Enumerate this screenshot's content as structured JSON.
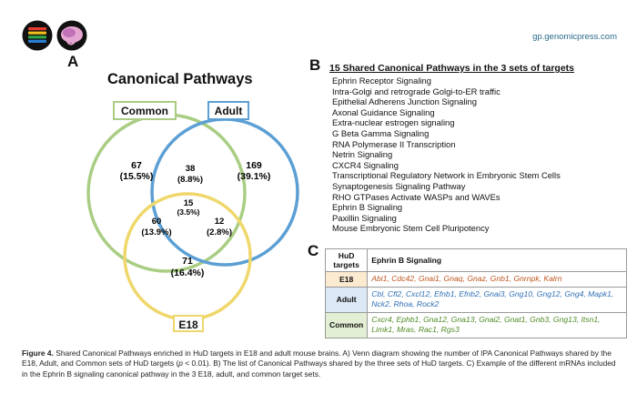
{
  "header": {
    "site": "gp.genomicpress.com"
  },
  "panel_a": {
    "letter": "A",
    "title": "Canonical Pathways",
    "labels": {
      "common": "Common",
      "adult": "Adult",
      "e18": "E18"
    },
    "colors": {
      "common": "#a9cd83",
      "adult": "#5b9fd4",
      "e18": "#efd76b"
    },
    "regions": {
      "common_only": {
        "count": "67",
        "pct": "(15.5%)"
      },
      "adult_only": {
        "count": "169",
        "pct": "(39.1%)"
      },
      "common_adult": {
        "count": "38",
        "pct": "(8.8%)"
      },
      "all_three": {
        "count": "15",
        "pct": "(3.5%)"
      },
      "common_e18": {
        "count": "60",
        "pct": "(13.9%)"
      },
      "adult_e18": {
        "count": "12",
        "pct": "(2.8%)"
      },
      "e18_only": {
        "count": "71",
        "pct": "(16.4%)"
      }
    }
  },
  "panel_b": {
    "letter": "B",
    "title": "15 Shared Canonical Pathways in the 3 sets of targets",
    "pathways": [
      "Ephrin Receptor Signaling",
      "Intra-Golgi and retrograde Golgi-to-ER traffic",
      "Epithelial Adherens Junction Signaling",
      "Axonal Guidance Signaling",
      "Extra-nuclear estrogen signaling",
      "G Beta Gamma Signaling",
      "RNA Polymerase II Transcription",
      "Netrin Signaling",
      "CXCR4 Signaling",
      "Transcriptional Regulatory Network in Embryonic Stem Cells",
      "Synaptogenesis Signaling Pathway",
      "RHO GTPases Activate WASPs and WAVEs",
      "Ephrin B Signaling",
      "Paxillin Signaling",
      "Mouse Embryonic Stem Cell Pluripotency"
    ]
  },
  "panel_c": {
    "letter": "C",
    "header_corner": "HuD targets",
    "header_pathway": "Ephrin B Signaling",
    "rows": [
      {
        "label": "E18",
        "genes": "Abi1, Cdc42, Gnai1, Gnaq, Gnaz, Gnb1, Gnrnpk, Kalrn",
        "bg": "#fbe9d0",
        "color": "#c0551e"
      },
      {
        "label": "Adult",
        "genes": "Cbl, Cfl2, Cxcl12, Efnb1, Efnb2, Gnai3, Gng10, Gng12, Gng4, Mapk1, Nck2, Rhoa, Rock2",
        "bg": "#dce8f5",
        "color": "#2f6fb5"
      },
      {
        "label": "Common",
        "genes": "Cxcr4, Ephb1, Gna12, Gna13, Gnai2, Gnat1, Gnb3, Gng13, Itsn1, Limk1, Mras, Rac1, Rgs3",
        "bg": "#e3efd4",
        "color": "#4f8a23"
      }
    ]
  },
  "caption": {
    "label": "Figure 4.",
    "text_1": " Shared Canonical Pathways enriched in HuD targets in E18 and adult mouse brains. A) Venn diagram showing the number of IPA Canonical Pathways shared by the E18, Adult, and Common sets of HuD targets (",
    "p_symbol": "p",
    "text_2": " < 0.01). B) The list of Canonical Pathways shared by the three sets of HuD targets. C) Example of the different mRNAs included in the Ephrin B signaling canonical pathway in the 3 E18, adult, and common target sets."
  }
}
